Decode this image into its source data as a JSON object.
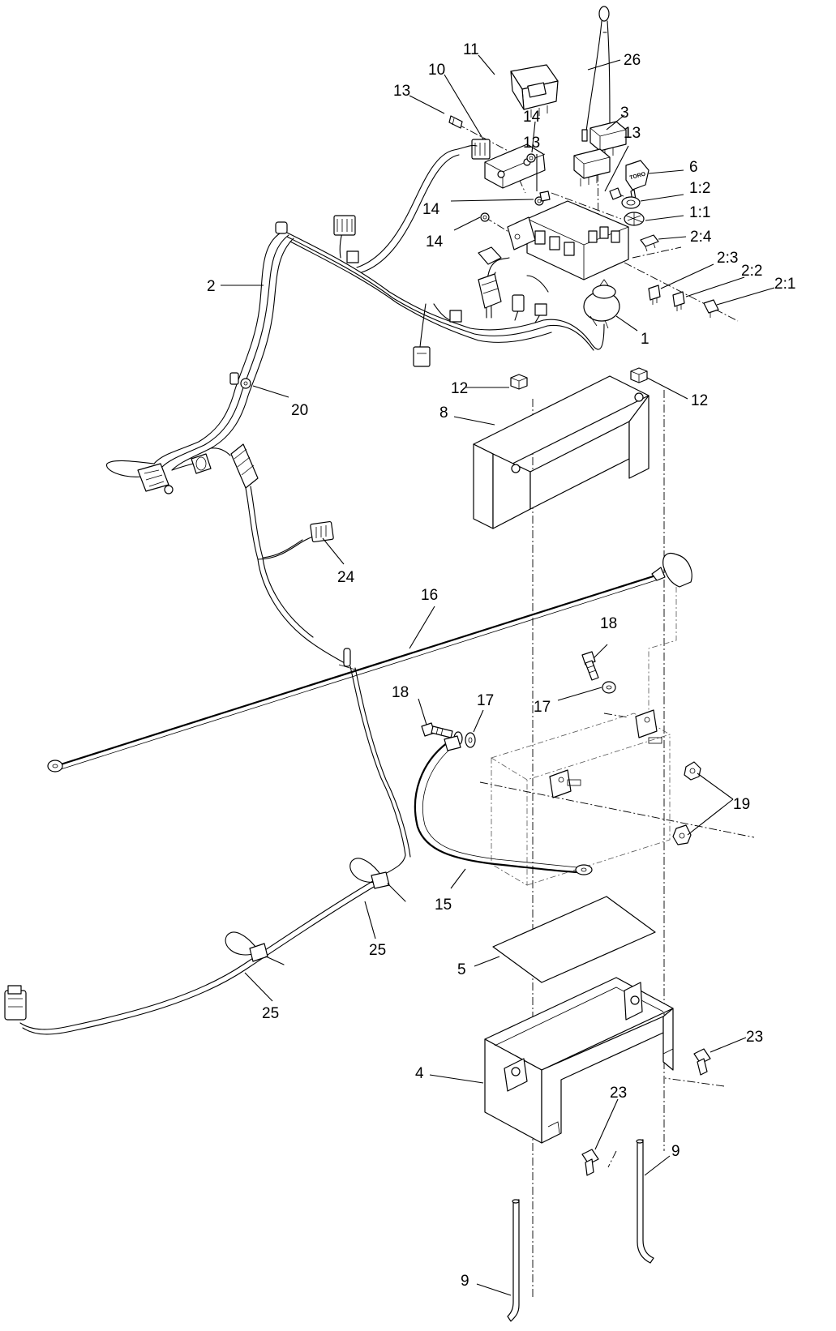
{
  "callouts": [
    {
      "id": "c11",
      "text": "11"
    },
    {
      "id": "c26",
      "text": "26"
    },
    {
      "id": "c10",
      "text": "10"
    },
    {
      "id": "c13a",
      "text": "13"
    },
    {
      "id": "c3",
      "text": "3"
    },
    {
      "id": "c14a",
      "text": "14"
    },
    {
      "id": "c13b",
      "text": "13"
    },
    {
      "id": "c13c",
      "text": "13"
    },
    {
      "id": "c6",
      "text": "6"
    },
    {
      "id": "c14b",
      "text": "14"
    },
    {
      "id": "c1_2",
      "text": "1:2"
    },
    {
      "id": "c14c",
      "text": "14"
    },
    {
      "id": "c1_1",
      "text": "1:1"
    },
    {
      "id": "c2_4",
      "text": "2:4"
    },
    {
      "id": "c2_3",
      "text": "2:3"
    },
    {
      "id": "c2",
      "text": "2"
    },
    {
      "id": "c2_2",
      "text": "2:2"
    },
    {
      "id": "c2_1",
      "text": "2:1"
    },
    {
      "id": "c1",
      "text": "1"
    },
    {
      "id": "c12a",
      "text": "12"
    },
    {
      "id": "c12b",
      "text": "12"
    },
    {
      "id": "c20",
      "text": "20"
    },
    {
      "id": "c8",
      "text": "8"
    },
    {
      "id": "c24",
      "text": "24"
    },
    {
      "id": "c16",
      "text": "16"
    },
    {
      "id": "c18a",
      "text": "18"
    },
    {
      "id": "c18b",
      "text": "18"
    },
    {
      "id": "c17a",
      "text": "17"
    },
    {
      "id": "c17b",
      "text": "17"
    },
    {
      "id": "c19",
      "text": "19"
    },
    {
      "id": "c15",
      "text": "15"
    },
    {
      "id": "c25a",
      "text": "25"
    },
    {
      "id": "c25b",
      "text": "25"
    },
    {
      "id": "c5",
      "text": "5"
    },
    {
      "id": "c23a",
      "text": "23"
    },
    {
      "id": "c4",
      "text": "4"
    },
    {
      "id": "c23b",
      "text": "23"
    },
    {
      "id": "c9a",
      "text": "9"
    },
    {
      "id": "c9b",
      "text": "9"
    }
  ],
  "key_logo_text": "TORO"
}
